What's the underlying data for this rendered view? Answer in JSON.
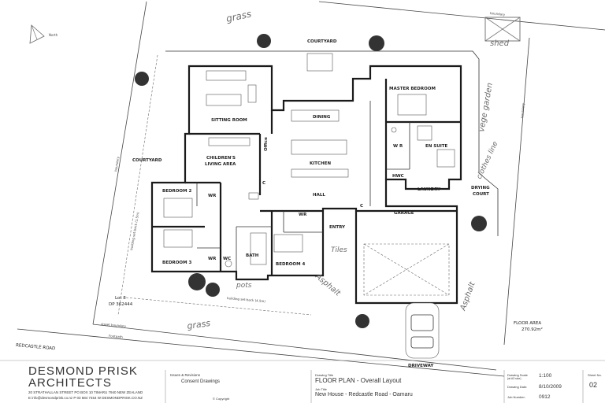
{
  "north_label": "North",
  "rooms": {
    "courtyard_top": "COURTYARD",
    "master_bedroom": "MASTER BEDROOM",
    "sitting_room": "SITTING ROOM",
    "dining": "DINING",
    "office": "Office",
    "kitchen": "KITCHEN",
    "childrens_living": "CHILDREN'S",
    "childrens_living_2": "LIVING AREA",
    "courtyard_left": "COURTYARD",
    "wr_master": "W R",
    "ensuite": "EN SUITE",
    "hwc": "HWC",
    "laundry": "LAUNDRY",
    "drying_court": "DRYING",
    "drying_court_2": "COURT",
    "bedroom2": "BEDROOM 2",
    "wr_bed2": "WR",
    "c_closet": "C",
    "hall": "HALL",
    "c_hall": "C",
    "garage": "GARAGE",
    "wr_bed4": "WR",
    "bedroom3": "BEDROOM 3",
    "wr_bed3": "WR",
    "wc": "WC",
    "bath": "BATH",
    "bedroom4": "BEDROOM 4",
    "entry": "ENTRY",
    "driveway": "DRIVEWAY"
  },
  "annotations": {
    "grass_top": "grass",
    "grass_bottom": "grass",
    "boundary_top": "boundary",
    "boundary_left": "boundary",
    "boundary_right": "boundary",
    "shed": "shed",
    "veg_garden": "vege garden",
    "clothes_line": "clothes line",
    "asphalt_entry": "Asphalt",
    "asphalt_garage": "Asphalt",
    "tiles": "Tiles",
    "pots": "pots",
    "setback_left": "building set-back (1.5m)",
    "setback_bottom": "building set-back (4.5m)",
    "street_boundary": "street boundary",
    "footpath": "Footpath",
    "road": "REDCASTLE ROAD",
    "lot_line1": "Lot 8",
    "lot_line2": "DP 362444",
    "floor_area_label": "FLOOR AREA",
    "floor_area_value": "270.92m²"
  },
  "title_block": {
    "firm_line1": "DESMOND PRISK",
    "firm_line2": "ARCHITECTS",
    "address": "20 STRATHALLAN STREET PO BOX 10 TIMARU 7940 NEW ZEALAND",
    "contact": "E info@desmondprisk.co.nz   P 03 684 7454   W DESMONDPRISK.CO.NZ",
    "issues_label": "Issues & Revisions",
    "issue_value": "Consent Drawings",
    "copyright": "© Copyright",
    "drawing_title_label": "Drawing Title",
    "drawing_title": "FLOOR PLAN - Overall Layout",
    "job_title_label": "Job Title",
    "job_title": "New House - Redcastle Road - Oamaru",
    "scale_label": "Drawing Scale",
    "scale_sub": "(at A3 size)",
    "scale_value": "1:100",
    "date_label": "Drawing Date:",
    "date_value": "8/10/2009",
    "job_number_label": "Job Number:",
    "job_number_value": "0912",
    "sheet_label": "Sheet No.",
    "sheet_value": "02"
  }
}
